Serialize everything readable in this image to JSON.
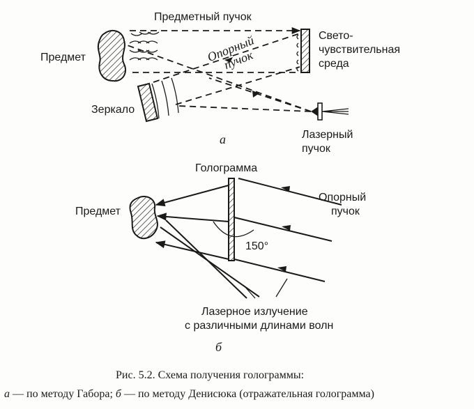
{
  "part_a": {
    "object_beam": "Предметный пучок",
    "object": "Предмет",
    "reference_beam_line1": "Опорный",
    "reference_beam_line2": "пучок",
    "medium_line1": "Свето-",
    "medium_line2": "чувствительная",
    "medium_line3": "среда",
    "mirror": "Зеркало",
    "laser_line1": "Лазерный",
    "laser_line2": "пучок",
    "letter": "а"
  },
  "part_b": {
    "hologram": "Голограмма",
    "object": "Предмет",
    "reference_line1": "Опорный",
    "reference_line2": "пучок",
    "angle": "150°",
    "laser_line1": "Лазерное излучение",
    "laser_line2": "с различными длинами волн",
    "letter": "б"
  },
  "caption": {
    "title": "Рис. 5.2. Схема получения голограммы:",
    "a_letter": "а",
    "a_text": " — по методу Габора; ",
    "b_letter": "б",
    "b_text": " — по методу Денисюка (отражательная голограмма)"
  }
}
